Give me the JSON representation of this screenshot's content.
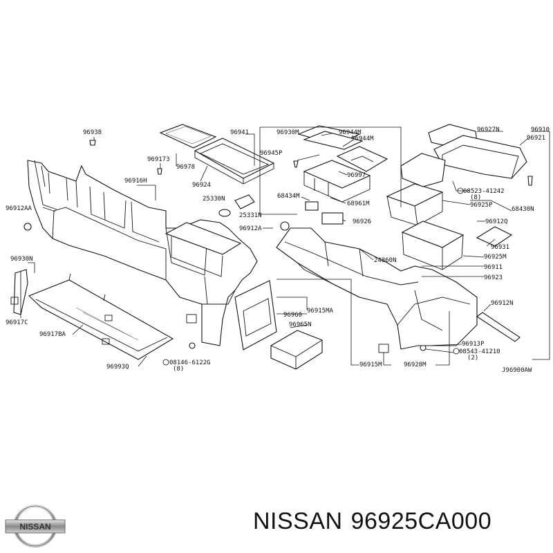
{
  "diagram": {
    "code": "J96900AW",
    "labels": [
      {
        "id": "96938",
        "text": "96938"
      },
      {
        "id": "96941",
        "text": "96941"
      },
      {
        "id": "96930M",
        "text": "96930M"
      },
      {
        "id": "96944M_a",
        "text": "96944M"
      },
      {
        "id": "96944M_b",
        "text": "96944M"
      },
      {
        "id": "96927N",
        "text": "96927N"
      },
      {
        "id": "96910",
        "text": "96910"
      },
      {
        "id": "96921",
        "text": "96921"
      },
      {
        "id": "96945P",
        "text": "96945P"
      },
      {
        "id": "96173",
        "text": "969173"
      },
      {
        "id": "96978",
        "text": "96978"
      },
      {
        "id": "96916H",
        "text": "96916H"
      },
      {
        "id": "96924",
        "text": "96924"
      },
      {
        "id": "96997",
        "text": "96997"
      },
      {
        "id": "68434M",
        "text": "68434M"
      },
      {
        "id": "68961M",
        "text": "68961M"
      },
      {
        "id": "08523",
        "text": "08523-41242"
      },
      {
        "id": "08523q",
        "text": "(8)"
      },
      {
        "id": "96925P",
        "text": "96925P"
      },
      {
        "id": "68430N",
        "text": "68430N"
      },
      {
        "id": "25330N",
        "text": "25330N"
      },
      {
        "id": "25331N",
        "text": "25331N"
      },
      {
        "id": "96912AA",
        "text": "96912AA"
      },
      {
        "id": "96926",
        "text": "96926"
      },
      {
        "id": "96912Q",
        "text": "96912Q"
      },
      {
        "id": "96912A",
        "text": "96912A"
      },
      {
        "id": "96931",
        "text": "96931"
      },
      {
        "id": "96930N",
        "text": "96930N"
      },
      {
        "id": "24860N",
        "text": "24860N"
      },
      {
        "id": "96925M",
        "text": "96925M"
      },
      {
        "id": "96911",
        "text": "96911"
      },
      {
        "id": "96923",
        "text": "96923"
      },
      {
        "id": "96912N",
        "text": "96912N"
      },
      {
        "id": "96960",
        "text": "96960"
      },
      {
        "id": "96915MA",
        "text": "96915MA"
      },
      {
        "id": "96917C",
        "text": "96917C"
      },
      {
        "id": "96965N",
        "text": "96965N"
      },
      {
        "id": "96917BA",
        "text": "96917BA"
      },
      {
        "id": "96913P",
        "text": "96913P"
      },
      {
        "id": "08543",
        "text": "08543-41210"
      },
      {
        "id": "08543q",
        "text": "(2)"
      },
      {
        "id": "96993Q",
        "text": "96993Q"
      },
      {
        "id": "08146",
        "text": "08146-6122G"
      },
      {
        "id": "08146q",
        "text": "(8)"
      },
      {
        "id": "96915M",
        "text": "96915M"
      },
      {
        "id": "96928M",
        "text": "96928M"
      }
    ]
  },
  "brand": {
    "logo_text": "NISSAN"
  },
  "caption": {
    "brand": "NISSAN",
    "part_number": "96925CA000"
  }
}
